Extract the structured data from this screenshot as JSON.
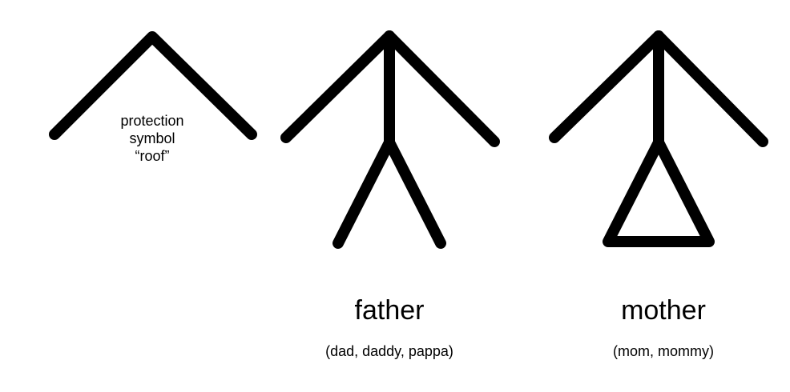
{
  "symbols": [
    {
      "id": "roof",
      "caption_lines": [
        "protection",
        "symbol",
        "“roof”"
      ]
    },
    {
      "id": "father",
      "word": "father",
      "synonyms": "(dad, daddy, pappa)"
    },
    {
      "id": "mother",
      "word": "mother",
      "synonyms": "(mom, mommy)"
    }
  ],
  "colors": {
    "stroke": "#000000",
    "background": "#ffffff"
  }
}
